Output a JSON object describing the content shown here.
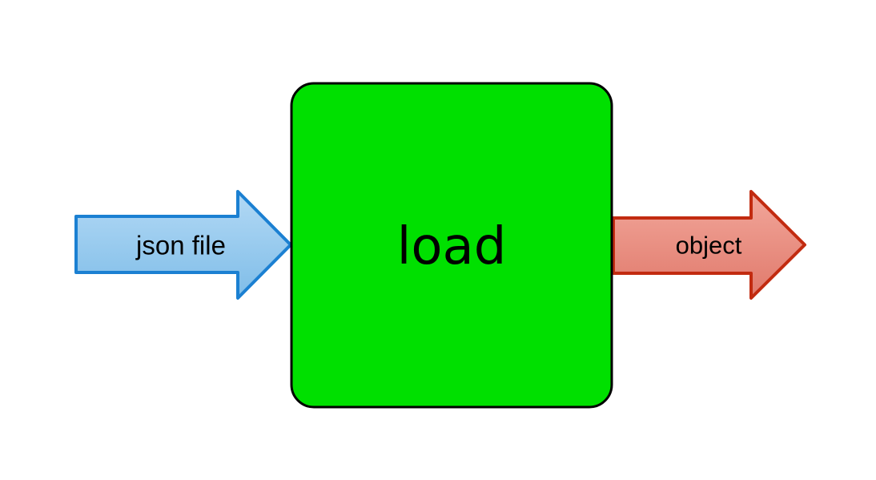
{
  "diagram": {
    "input_arrow": {
      "label": "json file"
    },
    "process_box": {
      "label": "load"
    },
    "output_arrow": {
      "label": "object"
    }
  },
  "colors": {
    "background": "#ffffff",
    "text": "#000000",
    "box_fill": "#00e000",
    "box_border": "#000000",
    "input_arrow_fill_top": "#b3d9f5",
    "input_arrow_fill_bottom": "#7fbde8",
    "input_arrow_border": "#1b80d2",
    "output_arrow_fill_top": "#f2a79b",
    "output_arrow_fill_bottom": "#e0796b",
    "output_arrow_border": "#c22b10"
  }
}
